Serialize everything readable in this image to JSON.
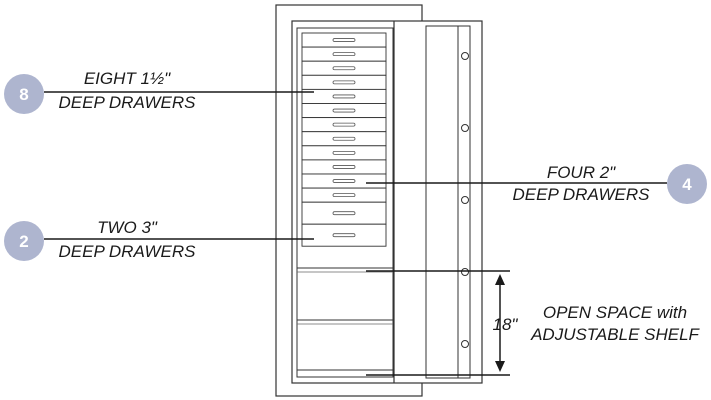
{
  "colors": {
    "badge_fill": "#aeb5cf",
    "line": "#1a1a1a",
    "cabinet_stroke": "#333333",
    "handle": "#555555"
  },
  "callouts": {
    "eight": {
      "badge": "8",
      "line1": "EIGHT 1½\"",
      "line2": "DEEP DRAWERS"
    },
    "two": {
      "badge": "2",
      "line1": "TWO 3\"",
      "line2": "DEEP DRAWERS"
    },
    "four": {
      "badge": "4",
      "line1": "FOUR 2\"",
      "line2": "DEEP DRAWERS"
    },
    "open": {
      "line1": "OPEN SPACE with",
      "line2": "ADJUSTABLE SHELF"
    }
  },
  "dimension": {
    "label": "18\""
  }
}
